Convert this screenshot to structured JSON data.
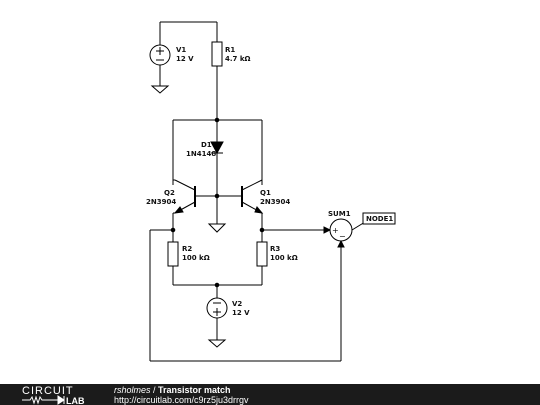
{
  "schematic": {
    "components": {
      "v1": {
        "ref": "V1",
        "value": "12 V"
      },
      "r1": {
        "ref": "R1",
        "value": "4.7 kΩ"
      },
      "d1": {
        "ref": "D1",
        "value": "1N4148"
      },
      "q2": {
        "ref": "Q2",
        "value": "2N3904"
      },
      "q1": {
        "ref": "Q1",
        "value": "2N3904"
      },
      "r2": {
        "ref": "R2",
        "value": "100 kΩ"
      },
      "r3": {
        "ref": "R3",
        "value": "100 kΩ"
      },
      "v2": {
        "ref": "V2",
        "value": "12 V"
      },
      "sum1": {
        "ref": "SUM1",
        "plus": "+",
        "minus": "−"
      },
      "node1": {
        "label": "NODE1"
      }
    }
  },
  "footer": {
    "logo_top": "CIRCUIT",
    "logo_bottom": "LAB",
    "user": "rsholmes",
    "separator": " / ",
    "title": "Transistor match",
    "url": "http://circuitlab.com/c9rz5ju3drrgv"
  },
  "colors": {
    "wire": "#000000",
    "footer_bg": "#1b1b1b",
    "footer_text": "#ffffff"
  }
}
